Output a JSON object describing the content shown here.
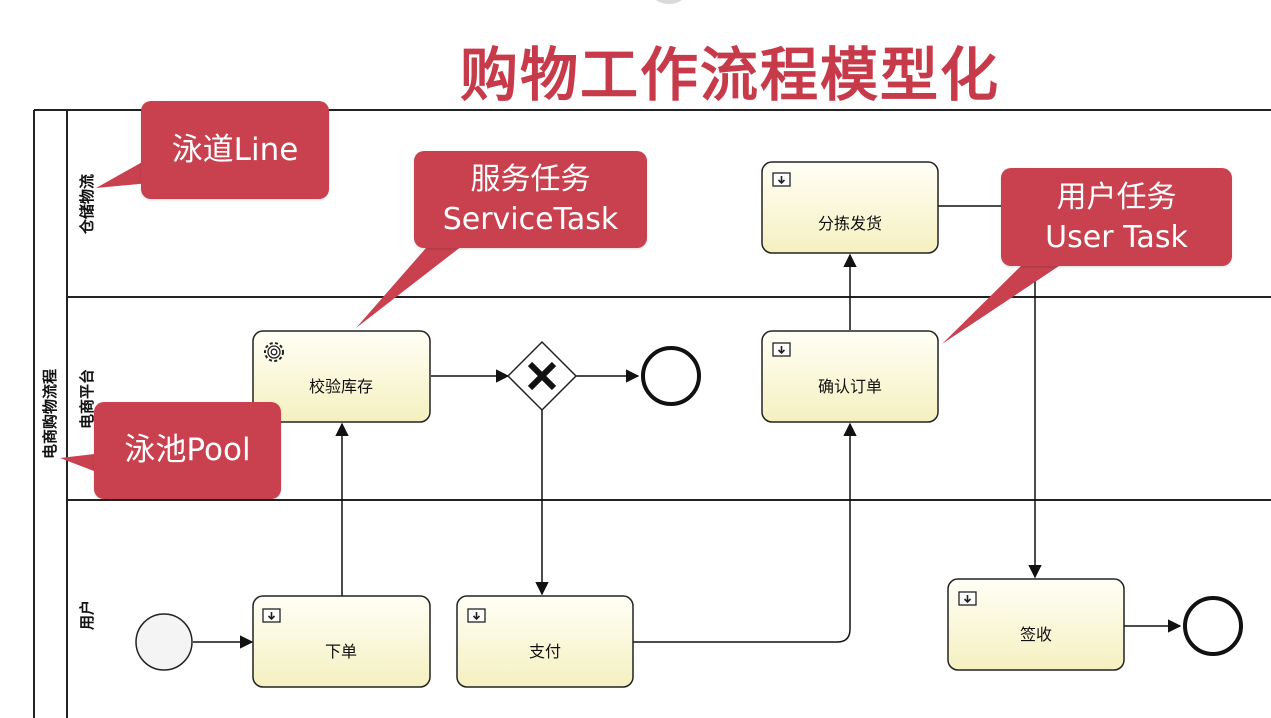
{
  "title": "购物工作流程模型化",
  "pool": {
    "label": "电商购物流程"
  },
  "lanes": [
    {
      "id": "warehouse",
      "label": "仓储物流"
    },
    {
      "id": "platform",
      "label": "电商平台"
    },
    {
      "id": "user",
      "label": "用户"
    }
  ],
  "tasks": {
    "check_stock": {
      "label": "校验库存",
      "kind": "service",
      "icon": "gear-icon"
    },
    "sort_ship": {
      "label": "分拣发货",
      "kind": "user",
      "icon": "user-task-icon"
    },
    "confirm_order": {
      "label": "确认订单",
      "kind": "user",
      "icon": "user-task-icon"
    },
    "place_order": {
      "label": "下单",
      "kind": "user",
      "icon": "user-task-icon"
    },
    "pay": {
      "label": "支付",
      "kind": "user",
      "icon": "user-task-icon"
    },
    "sign_receive": {
      "label": "签收",
      "kind": "user",
      "icon": "user-task-icon"
    }
  },
  "gateway": {
    "kind": "exclusive",
    "icon": "x-mark-icon"
  },
  "events": [
    "start",
    "end-platform",
    "end-user"
  ],
  "callouts": {
    "lane": "泳道Line",
    "service_task": [
      "服务任务",
      "ServiceTask"
    ],
    "user_task": [
      "用户任务",
      "User Task"
    ],
    "pool": "泳池Pool"
  },
  "colors": {
    "title": "#c73a4a",
    "callout": "#c9404f",
    "task_fill_top": "#fffff4",
    "task_fill_bottom": "#f6f2c4",
    "line": "#111111"
  }
}
